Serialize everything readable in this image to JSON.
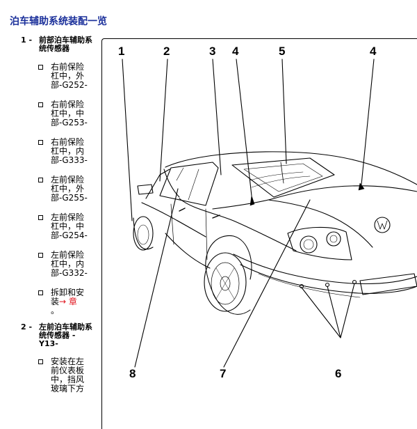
{
  "page": {
    "title": "泊车辅助系统装配一览"
  },
  "items": [
    {
      "num": "1 -",
      "title": "前部泊车辅助系统传感器",
      "subs": [
        {
          "text": "右前保险杠中，外部-G252-"
        },
        {
          "text": "右前保险杠中，中部-G253-"
        },
        {
          "text": "右前保险杠中，内部-G333-"
        },
        {
          "text": "左前保险杠中，外部-G255-"
        },
        {
          "text": "左前保险杠中，中部-G254-"
        },
        {
          "text": "左前保险杠中，内部-G332-"
        },
        {
          "text": "拆卸和安装",
          "link": "→ 章",
          "tail": "。"
        }
      ]
    },
    {
      "num": "2 -",
      "title": "左前泊车辅助系统传感器 - Y13-",
      "subs": [
        {
          "text": "安装在左前仪表板中，挡风玻璃下方"
        }
      ]
    }
  ],
  "callouts": [
    "1",
    "2",
    "3",
    "4",
    "5",
    "4",
    "8",
    "7",
    "6"
  ],
  "colors": {
    "title": "#1a2f9a",
    "link": "#e0121b"
  }
}
